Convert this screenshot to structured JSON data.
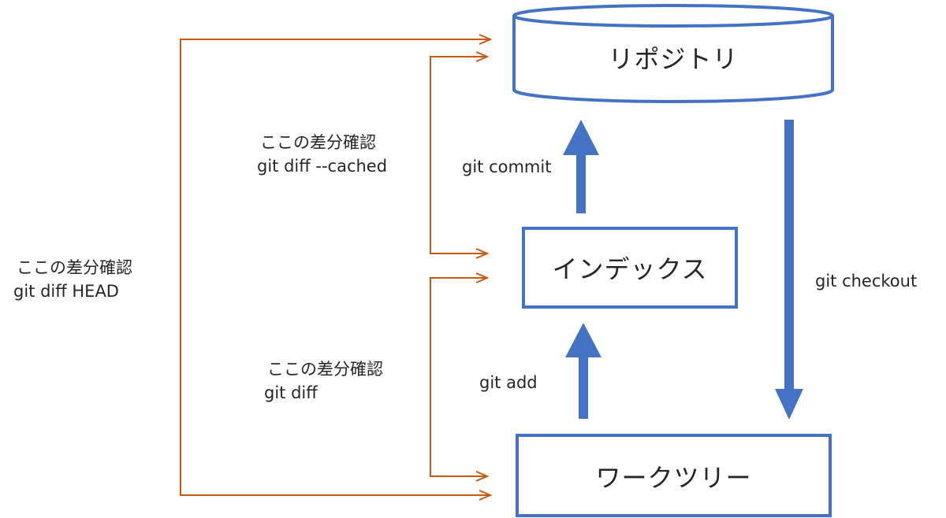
{
  "nodes": {
    "repository": "リポジトリ",
    "index": "インデックス",
    "worktree": "ワークツリー"
  },
  "labels": {
    "commit": "git commit",
    "add": "git add",
    "checkout": "git checkout",
    "diff_cached_line1": "ここの差分確認",
    "diff_cached_line2": "git diff --cached",
    "diff_line1": "ここの差分確認",
    "diff_line2": "git diff",
    "diff_head_line1": "ここの差分確認",
    "diff_head_line2": "git diff HEAD"
  },
  "colors": {
    "node_stroke": "#4472c4",
    "flow_arrow": "#4472c4",
    "bracket": "#c55a11"
  }
}
